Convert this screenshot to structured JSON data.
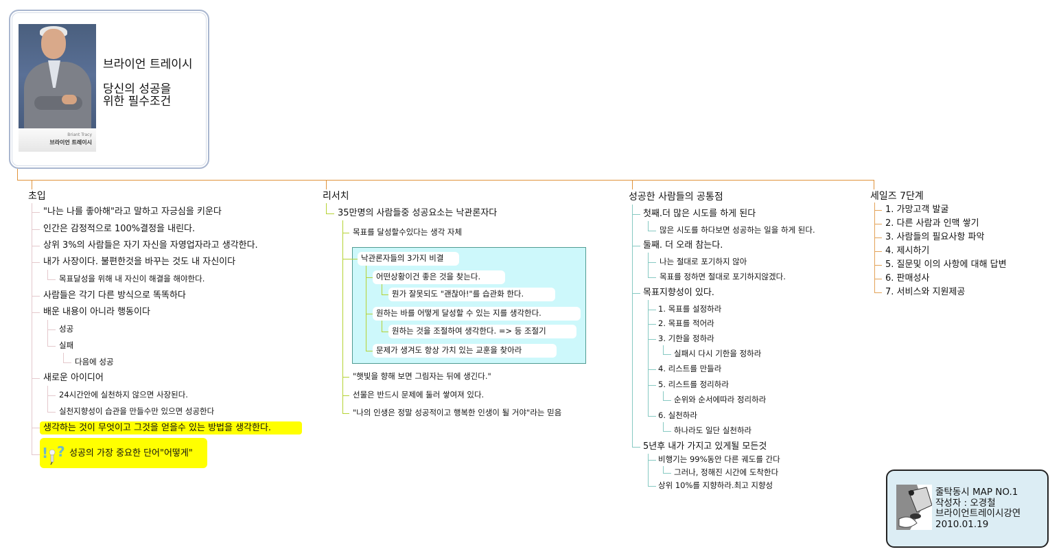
{
  "central": {
    "title": "브라이언 트레이시",
    "subtitle": "당신의 성공을\n위한 필수조건",
    "photo_caption_en": "Briant Tracy",
    "photo_caption_ko": "브라이언 트레이시"
  },
  "branches": [
    {
      "label": "초입",
      "color": "#e4c8cc",
      "items": [
        {
          "text": "\"나는 나를 좋아해\"라고 말하고 자긍심을 키운다"
        },
        {
          "text": "인간은 감정적으로 100%결정을 내린다."
        },
        {
          "text": "상위 3%의 사람들은 자기 자신을 자영업자라고 생각한다."
        },
        {
          "text": "내가 사장이다. 불편한것을 바꾸는 것도 내 자신이다",
          "children": [
            {
              "text": "목표달성을 위해 내 자신이 해결을 해야한다."
            }
          ]
        },
        {
          "text": "사람들은 각기 다른 방식으로 똑똑하다"
        },
        {
          "text": "배운 내용이 아니라 행동이다",
          "children": [
            {
              "text": "성공"
            },
            {
              "text": "실패",
              "children": [
                {
                  "text": "다음에 성공"
                }
              ]
            }
          ]
        },
        {
          "text": "새로운 아이디어",
          "children": [
            {
              "text": "24시간안에 실천하지 않으면 사장된다."
            },
            {
              "text": "실천지향성이 습관을 만들수만 있으면 성공한다"
            }
          ]
        },
        {
          "text": "생각하는 것이 무엇이고 그것을 얻을수 있는 방법을 생각한다.",
          "highlight": "#ffff00"
        },
        {
          "text": "성공의 가장 중요한 단어\"어떻게\"",
          "highlight": "#ffff00",
          "icon": "idea-question-icon"
        }
      ]
    },
    {
      "label": "리서치",
      "color": "#b5d233",
      "items": [
        {
          "text": "35만명의 사람들중 성공요소는 낙관론자다",
          "children": [
            {
              "text": "목표를 달성할수있다는 생각 자체"
            },
            {
              "text": "낙관론자들의 3가지 비결",
              "boundary": "#cdf8fb",
              "children": [
                {
                  "text": "어떤상황이건 좋은 것을 찾는다.",
                  "children": [
                    {
                      "text": "뭔가 잘못되도 \"괜찮아!\"를 습관화 한다."
                    }
                  ]
                },
                {
                  "text": "원하는 바를 어떻게 달성할 수 있는 지를 생각한다.",
                  "children": [
                    {
                      "text": "원하는 것을 조절하여 생각한다. => 등 조절기"
                    }
                  ]
                },
                {
                  "text": "문제가 생겨도 항상 가치 있는 교훈을 찾아라"
                }
              ]
            },
            {
              "text": "\"햇빛을 향해 보면 그림자는 뒤에 생긴다.\""
            },
            {
              "text": "선물은 반드시 문제에 둘러 쌓여져 있다."
            },
            {
              "text": "\"나의 인생은 정말 성공적이고 행복한 인생이 될 거야\"라는 믿음"
            }
          ]
        }
      ]
    },
    {
      "label": "성공한 사람들의 공통점",
      "color": "#86c9c2",
      "items": [
        {
          "text": "첫째.더 많은 시도를 하게 된다",
          "children": [
            {
              "text": "많은 시도를 하다보면 성공하는 일을 하게 된다."
            }
          ]
        },
        {
          "text": "둘째. 더 오래 참는다.",
          "children": [
            {
              "text": "나는 절대로 포기하지 않아"
            },
            {
              "text": "목표를 정하면 절대로 포기하지않겠다."
            }
          ]
        },
        {
          "text": "목표지향성이 있다.",
          "children": [
            {
              "text": "1. 목표를 설정하라"
            },
            {
              "text": "2. 목표를 적어라"
            },
            {
              "text": "3. 기한을 정하라",
              "children": [
                {
                  "text": "실패시 다시 기한을 정하라"
                }
              ]
            },
            {
              "text": "4. 리스트를 만들라"
            },
            {
              "text": "5. 리스트를 정리하라",
              "children": [
                {
                  "text": "순위와 순서에따라 정리하라"
                }
              ]
            },
            {
              "text": "6. 실천하라",
              "children": [
                {
                  "text": "하나라도 일단 실천하라"
                }
              ]
            }
          ]
        },
        {
          "text": "5년후 내가 가지고 있게될 모든것",
          "children": [
            {
              "text": "비행기는 99%동안 다른 궤도를 간다",
              "children": [
                {
                  "text": "그러나, 정해진 시간에 도착한다"
                }
              ]
            },
            {
              "text": "상위 10%를 지향하라.최고 지향성"
            }
          ]
        }
      ]
    },
    {
      "label": "세일즈 7단계",
      "color": "#e3a257",
      "items": [
        {
          "text": "1. 가망고객 발굴"
        },
        {
          "text": "2. 다른 사람과 인맥 쌓기"
        },
        {
          "text": "3. 사람들의 필요사항 파악"
        },
        {
          "text": "4. 제시하기"
        },
        {
          "text": "5. 질문및 이의 사항에 대해 답변"
        },
        {
          "text": "6. 판매성사"
        },
        {
          "text": "7. 서비스와 지원제공"
        }
      ]
    }
  ],
  "info_box": {
    "lines": "줄탁동시 MAP NO.1\n작성자 : 오경철\n브라이언트레이시강연\n2010.01.19",
    "background": "#dcedf4"
  },
  "colors": {
    "trunk": "#e0923a",
    "highlight": "#ffff00",
    "boundary_fill": "#cdf8fb",
    "boundary_border": "#4f9b91"
  }
}
